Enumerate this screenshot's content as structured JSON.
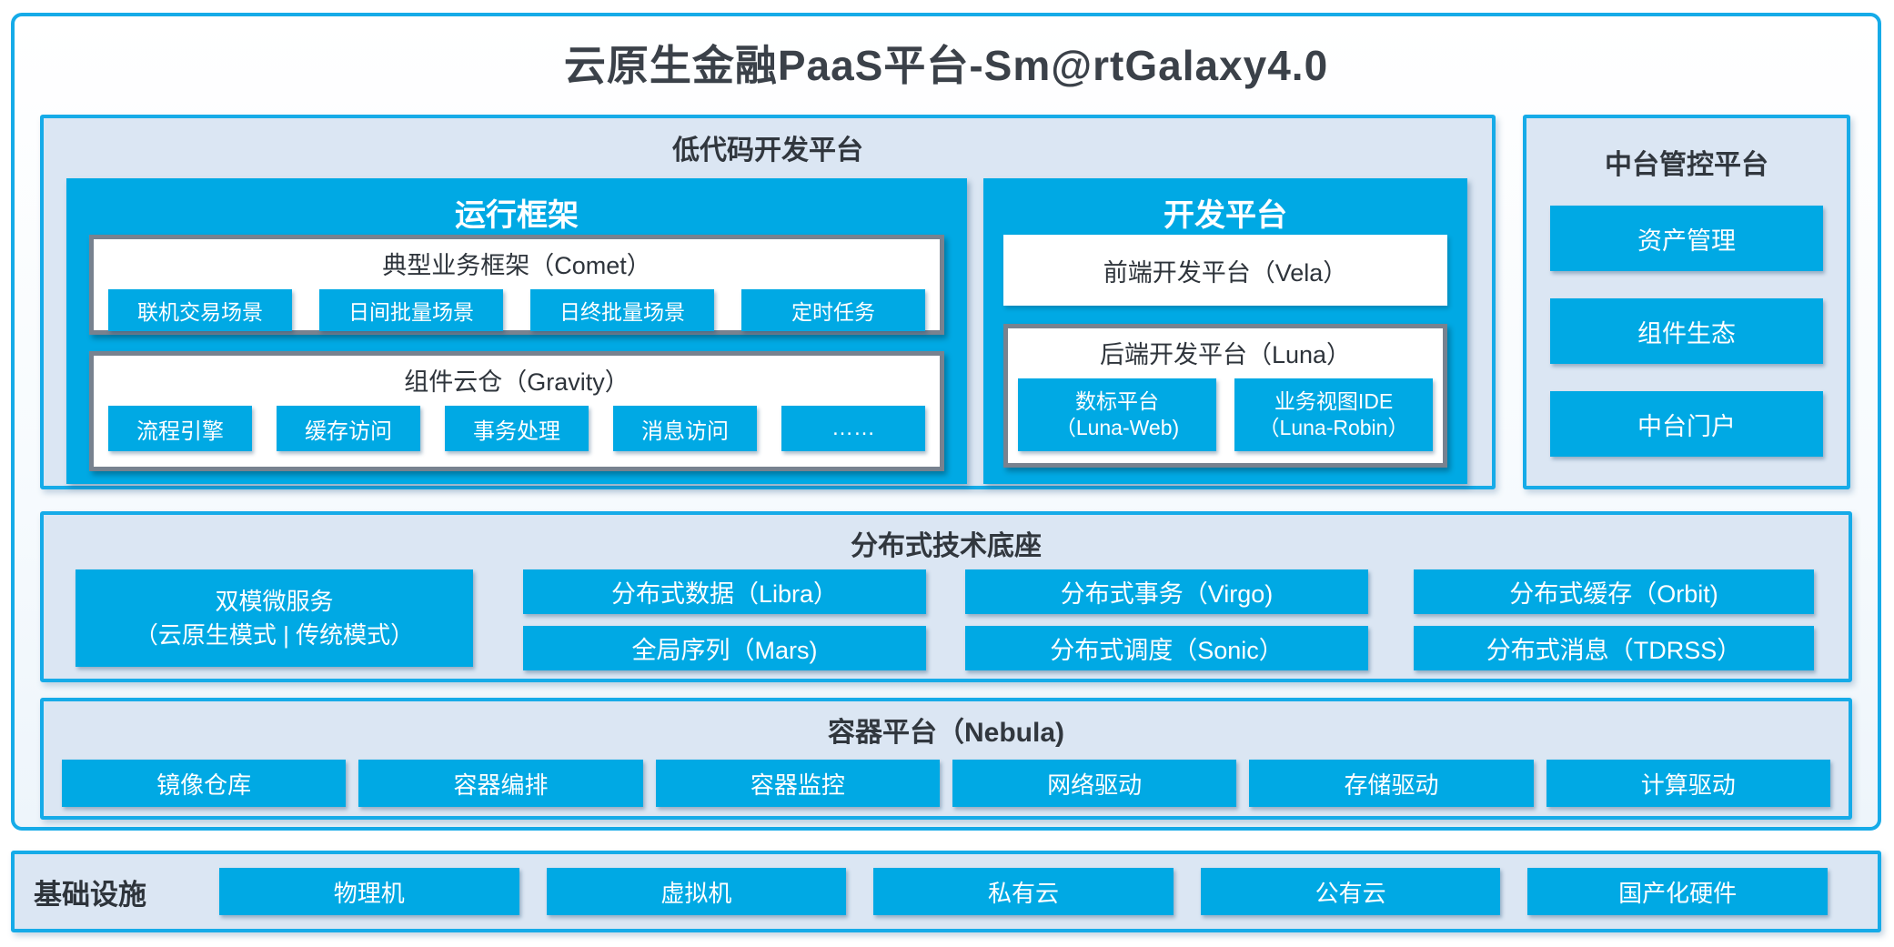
{
  "title": "云原生金融PaaS平台-Sm@rtGalaxy4.0",
  "colors": {
    "brand_blue": "#00a9e4",
    "section_border": "#16abe8",
    "section_bg": "#dbe6f3",
    "gray_border": "#78828f",
    "dark_text": "#31373e",
    "white_text": "#ffffff"
  },
  "sections": {
    "lowcode": {
      "header": "低代码开发平台",
      "runtime": {
        "header": "运行框架",
        "comet": {
          "title": "典型业务框架（Comet）",
          "items": [
            "联机交易场景",
            "日间批量场景",
            "日终批量场景",
            "定时任务"
          ]
        },
        "gravity": {
          "title": "组件云仓（Gravity）",
          "items": [
            "流程引擎",
            "缓存访问",
            "事务处理",
            "消息访问",
            "……"
          ]
        }
      },
      "dev": {
        "header": "开发平台",
        "vela": "前端开发平台（Vela）",
        "luna": {
          "title": "后端开发平台（Luna）",
          "items": [
            {
              "line1": "数标平台",
              "line2": "（Luna-Web)"
            },
            {
              "line1": "业务视图IDE",
              "line2": "（Luna-Robin）"
            }
          ]
        }
      }
    },
    "midctrl": {
      "header": "中台管控平台",
      "items": [
        "资产管理",
        "组件生态",
        "中台门户"
      ]
    },
    "distributed": {
      "header": "分布式技术底座",
      "dual": {
        "line1": "双模微服务",
        "line2": "（云原生模式 | 传统模式）"
      },
      "items": [
        "分布式数据（Libra）",
        "全局序列（Mars)",
        "分布式事务（Virgo)",
        "分布式调度（Sonic）",
        "分布式缓存（Orbit)",
        "分布式消息（TDRSS）"
      ]
    },
    "nebula": {
      "header": "容器平台（Nebula)",
      "items": [
        "镜像仓库",
        "容器编排",
        "容器监控",
        "网络驱动",
        "存储驱动",
        "计算驱动"
      ]
    },
    "infra": {
      "label": "基础设施",
      "items": [
        "物理机",
        "虚拟机",
        "私有云",
        "公有云",
        "国产化硬件"
      ]
    }
  }
}
